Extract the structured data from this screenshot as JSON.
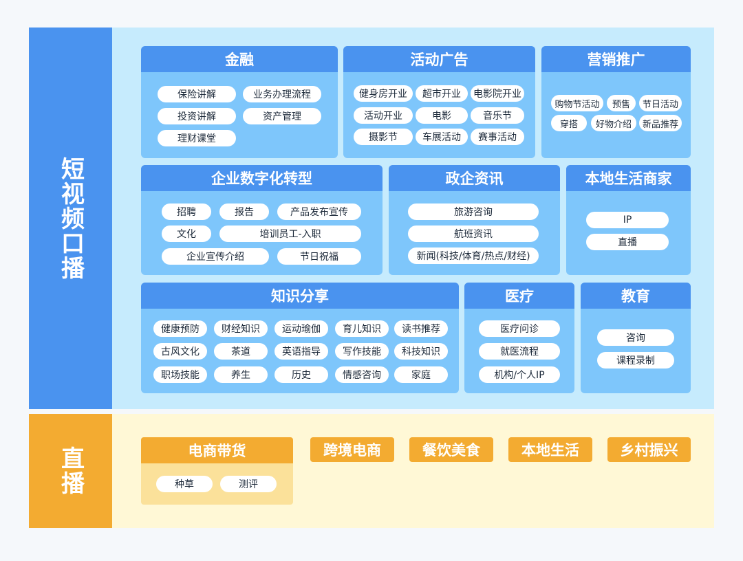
{
  "bands": {
    "short_video": "短视频口播",
    "live": "直播"
  },
  "short_video_cards": {
    "finance": {
      "title": "金融",
      "items": [
        "保险讲解",
        "业务办理流程",
        "投资讲解",
        "资产管理",
        "理财课堂"
      ]
    },
    "events": {
      "title": "活动广告",
      "items": [
        "健身房开业",
        "超市开业",
        "电影院开业",
        "活动开业",
        "电影",
        "音乐节",
        "摄影节",
        "车展活动",
        "赛事活动"
      ]
    },
    "marketing": {
      "title": "营销推广",
      "items": [
        "购物节活动",
        "预售",
        "节日活动",
        "穿搭",
        "好物介绍",
        "新品推荐"
      ]
    },
    "digital": {
      "title": "企业数字化转型",
      "items": [
        "招聘",
        "报告",
        "产品发布宣传",
        "文化",
        "培训员工-入职",
        "企业宣传介绍",
        "节日祝福"
      ]
    },
    "gov": {
      "title": "政企资讯",
      "items": [
        "旅游咨询",
        "航班资讯",
        "新闻(科技/体育/热点/财经)"
      ]
    },
    "local": {
      "title": "本地生活商家",
      "items": [
        "IP",
        "直播"
      ]
    },
    "knowledge": {
      "title": "知识分享",
      "items": [
        "健康预防",
        "财经知识",
        "运动瑜伽",
        "育儿知识",
        "读书推荐",
        "古风文化",
        "茶道",
        "英语指导",
        "写作技能",
        "科技知识",
        "职场技能",
        "养生",
        "历史",
        "情感咨询",
        "家庭"
      ]
    },
    "medical": {
      "title": "医疗",
      "items": [
        "医疗问诊",
        "就医流程",
        "机构/个人IP"
      ]
    },
    "education": {
      "title": "教育",
      "items": [
        "咨询",
        "课程录制"
      ]
    }
  },
  "live_cards": {
    "ecommerce": {
      "title": "电商带货",
      "items": [
        "种草",
        "测评"
      ]
    },
    "tags": [
      "跨境电商",
      "餐饮美食",
      "本地生活",
      "乡村振兴"
    ]
  },
  "colors": {
    "blue_dark": "#4a93ef",
    "blue_mid": "#7ec6fb",
    "blue_light": "#c6ebfd",
    "orange": "#f3ab31",
    "cream": "#fff8d6",
    "orange_light": "#fbe19a"
  }
}
